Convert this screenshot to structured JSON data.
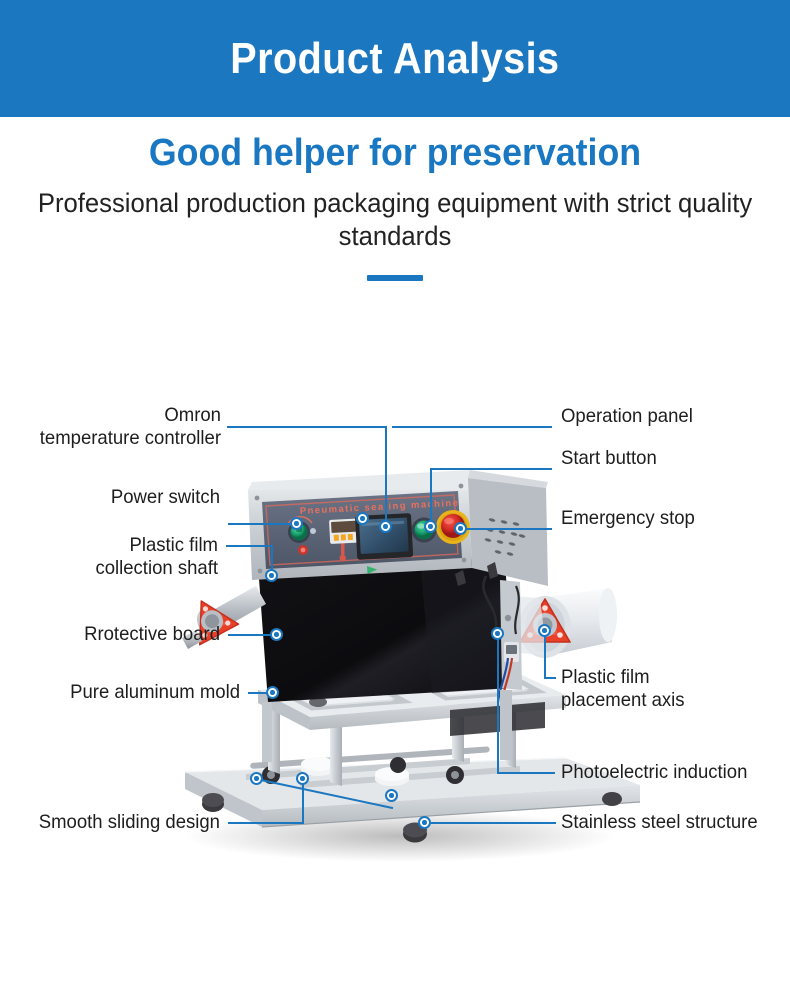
{
  "banner": {
    "title": "Product Analysis"
  },
  "headline": {
    "title": "Good helper for preservation",
    "subtitle": "Professional production packaging equipment with strict quality standards"
  },
  "colors": {
    "brand_blue": "#1B77C0",
    "headline_blue": "#1A78C2",
    "banner_text": "#FFFFFF",
    "body_text": "#1D1D1D",
    "marker_blue": "#1B77C0",
    "machine_body": "#C9CDD2",
    "protective_board": "#111114",
    "film_hub_red": "#E8412A",
    "estop_red": "#D92A24",
    "start_green": "#19A06B"
  },
  "machine": {
    "panel_text": "Pneumatic sealing machine"
  },
  "callouts": {
    "left": [
      {
        "id": "omron-temperature-controller",
        "label": "Omron\ntemperature controller"
      },
      {
        "id": "power-switch",
        "label": "Power switch"
      },
      {
        "id": "plastic-film-collection-shaft",
        "label": "Plastic film\ncollection shaft"
      },
      {
        "id": "protective-board",
        "label": "Rrotective board"
      },
      {
        "id": "pure-aluminum-mold",
        "label": "Pure aluminum mold"
      },
      {
        "id": "smooth-sliding-design",
        "label": "Smooth sliding design"
      }
    ],
    "right": [
      {
        "id": "operation-panel",
        "label": "Operation panel"
      },
      {
        "id": "start-button",
        "label": "Start button"
      },
      {
        "id": "emergency-stop",
        "label": "Emergency stop"
      },
      {
        "id": "plastic-film-placement-axis",
        "label": "Plastic film\nplacement axis"
      },
      {
        "id": "photoelectric-induction",
        "label": "Photoelectric induction"
      },
      {
        "id": "stainless-steel-structure",
        "label": "Stainless steel structure"
      }
    ]
  }
}
